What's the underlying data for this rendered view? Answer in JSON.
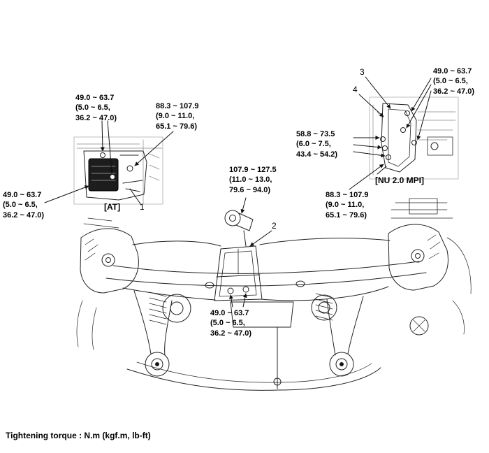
{
  "footer": {
    "note": "Tightening torque : N.m (kgf.m, lb-ft)"
  },
  "labels": {
    "at": "[AT]",
    "nu": "[NU 2.0 MPI]"
  },
  "part_numbers": {
    "n1": "1",
    "n2": "2",
    "n3": "3",
    "n4": "4"
  },
  "torques": {
    "at_upper": "49.0 ~ 63.7\n(5.0 ~ 6.5,\n36.2 ~ 47.0)",
    "at_inner": "88.3 ~ 107.9\n(9.0 ~ 11.0,\n65.1 ~ 79.6)",
    "at_lower": "49.0 ~ 63.7\n(5.0 ~ 6.5,\n36.2 ~ 47.0)",
    "roll_rod": "107.9 ~ 127.5\n(11.0 ~ 13.0,\n79.6 ~ 94.0)",
    "nu_upper": "49.0 ~ 63.7\n(5.0 ~ 6.5,\n36.2 ~ 47.0)",
    "nu_bracket": "58.8 ~ 73.5\n(6.0 ~ 7.5,\n43.4 ~ 54.2)",
    "nu_lower": "88.3 ~ 107.9\n(9.0 ~ 11.0,\n65.1 ~ 79.6)",
    "subframe": "49.0 ~ 63.7\n(5.0 ~ 6.5,\n36.2 ~ 47.0)"
  },
  "colors": {
    "line": "#222222",
    "text": "#000000",
    "mount_fill": "#1d1d1d"
  }
}
